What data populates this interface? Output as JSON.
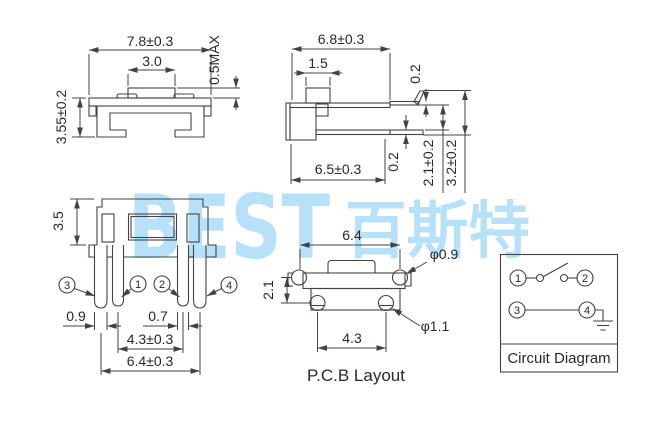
{
  "watermark": {
    "brand": "BEST",
    "brand_cjk": "百斯特",
    "color": "#b7e1f8"
  },
  "front_view": {
    "width_top": "7.8±0.3",
    "button_width": "3.0",
    "button_height_max": "0.5MAX",
    "body_height": "3.55±0.2"
  },
  "side_view": {
    "width_top": "6.8±0.3",
    "button_width": "1.5",
    "top_terminal_thickness": "0.2",
    "bottom_terminal_thickness": "0.2",
    "width_bottom": "6.5±0.3",
    "terminal_spacing": "2.1±0.2",
    "overall_height": "3.2±0.2"
  },
  "bottom_view": {
    "body_height": "3.5",
    "outer_leg_width": "0.9",
    "inner_leg_width": "0.7",
    "inner_span": "4.3±0.3",
    "outer_span": "6.4±0.3",
    "pin_labels": {
      "p1": "1",
      "p2": "2",
      "p3": "3",
      "p4": "4"
    }
  },
  "pcb_layout": {
    "title": "P.C.B Layout",
    "hole_span": "6.4",
    "row_offset": "2.1",
    "inner_span": "4.3",
    "hole_small": "φ0.9",
    "hole_large": "φ1.1"
  },
  "circuit_diagram": {
    "title": "Circuit Diagram",
    "pin_labels": {
      "p1": "1",
      "p2": "2",
      "p3": "3",
      "p4": "4"
    }
  }
}
